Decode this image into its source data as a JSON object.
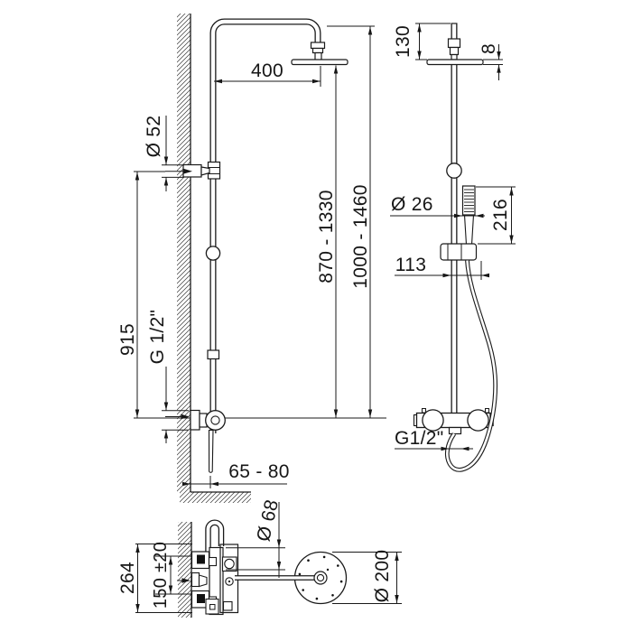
{
  "drawing": {
    "type": "technical-dimension-drawing",
    "subject": "thermostatic shower column with overhead rain head and hand shower (side, front and top views)",
    "line_color": "#1a1a1a",
    "background": "#ffffff",
    "dims": {
      "arm_reach": "400",
      "wall_flange": "Ø 52",
      "head_height_range": "870 - 1330",
      "total_height_range": "1000 - 1460",
      "supply_to_mixer": "915",
      "mixer_thread": "G 1/2\"",
      "wall_clearance": "65 - 80",
      "head_drop": "130",
      "head_thickness": "8",
      "handshower_diameter": "Ø 26",
      "handshower_length": "216",
      "bracket_width": "113",
      "outlet_thread": "G1/2\"",
      "mixer_body_width": "264",
      "supply_centers": "150 ±20",
      "supply_escutcheon": "Ø 68",
      "head_diameter": "Ø 200"
    }
  }
}
